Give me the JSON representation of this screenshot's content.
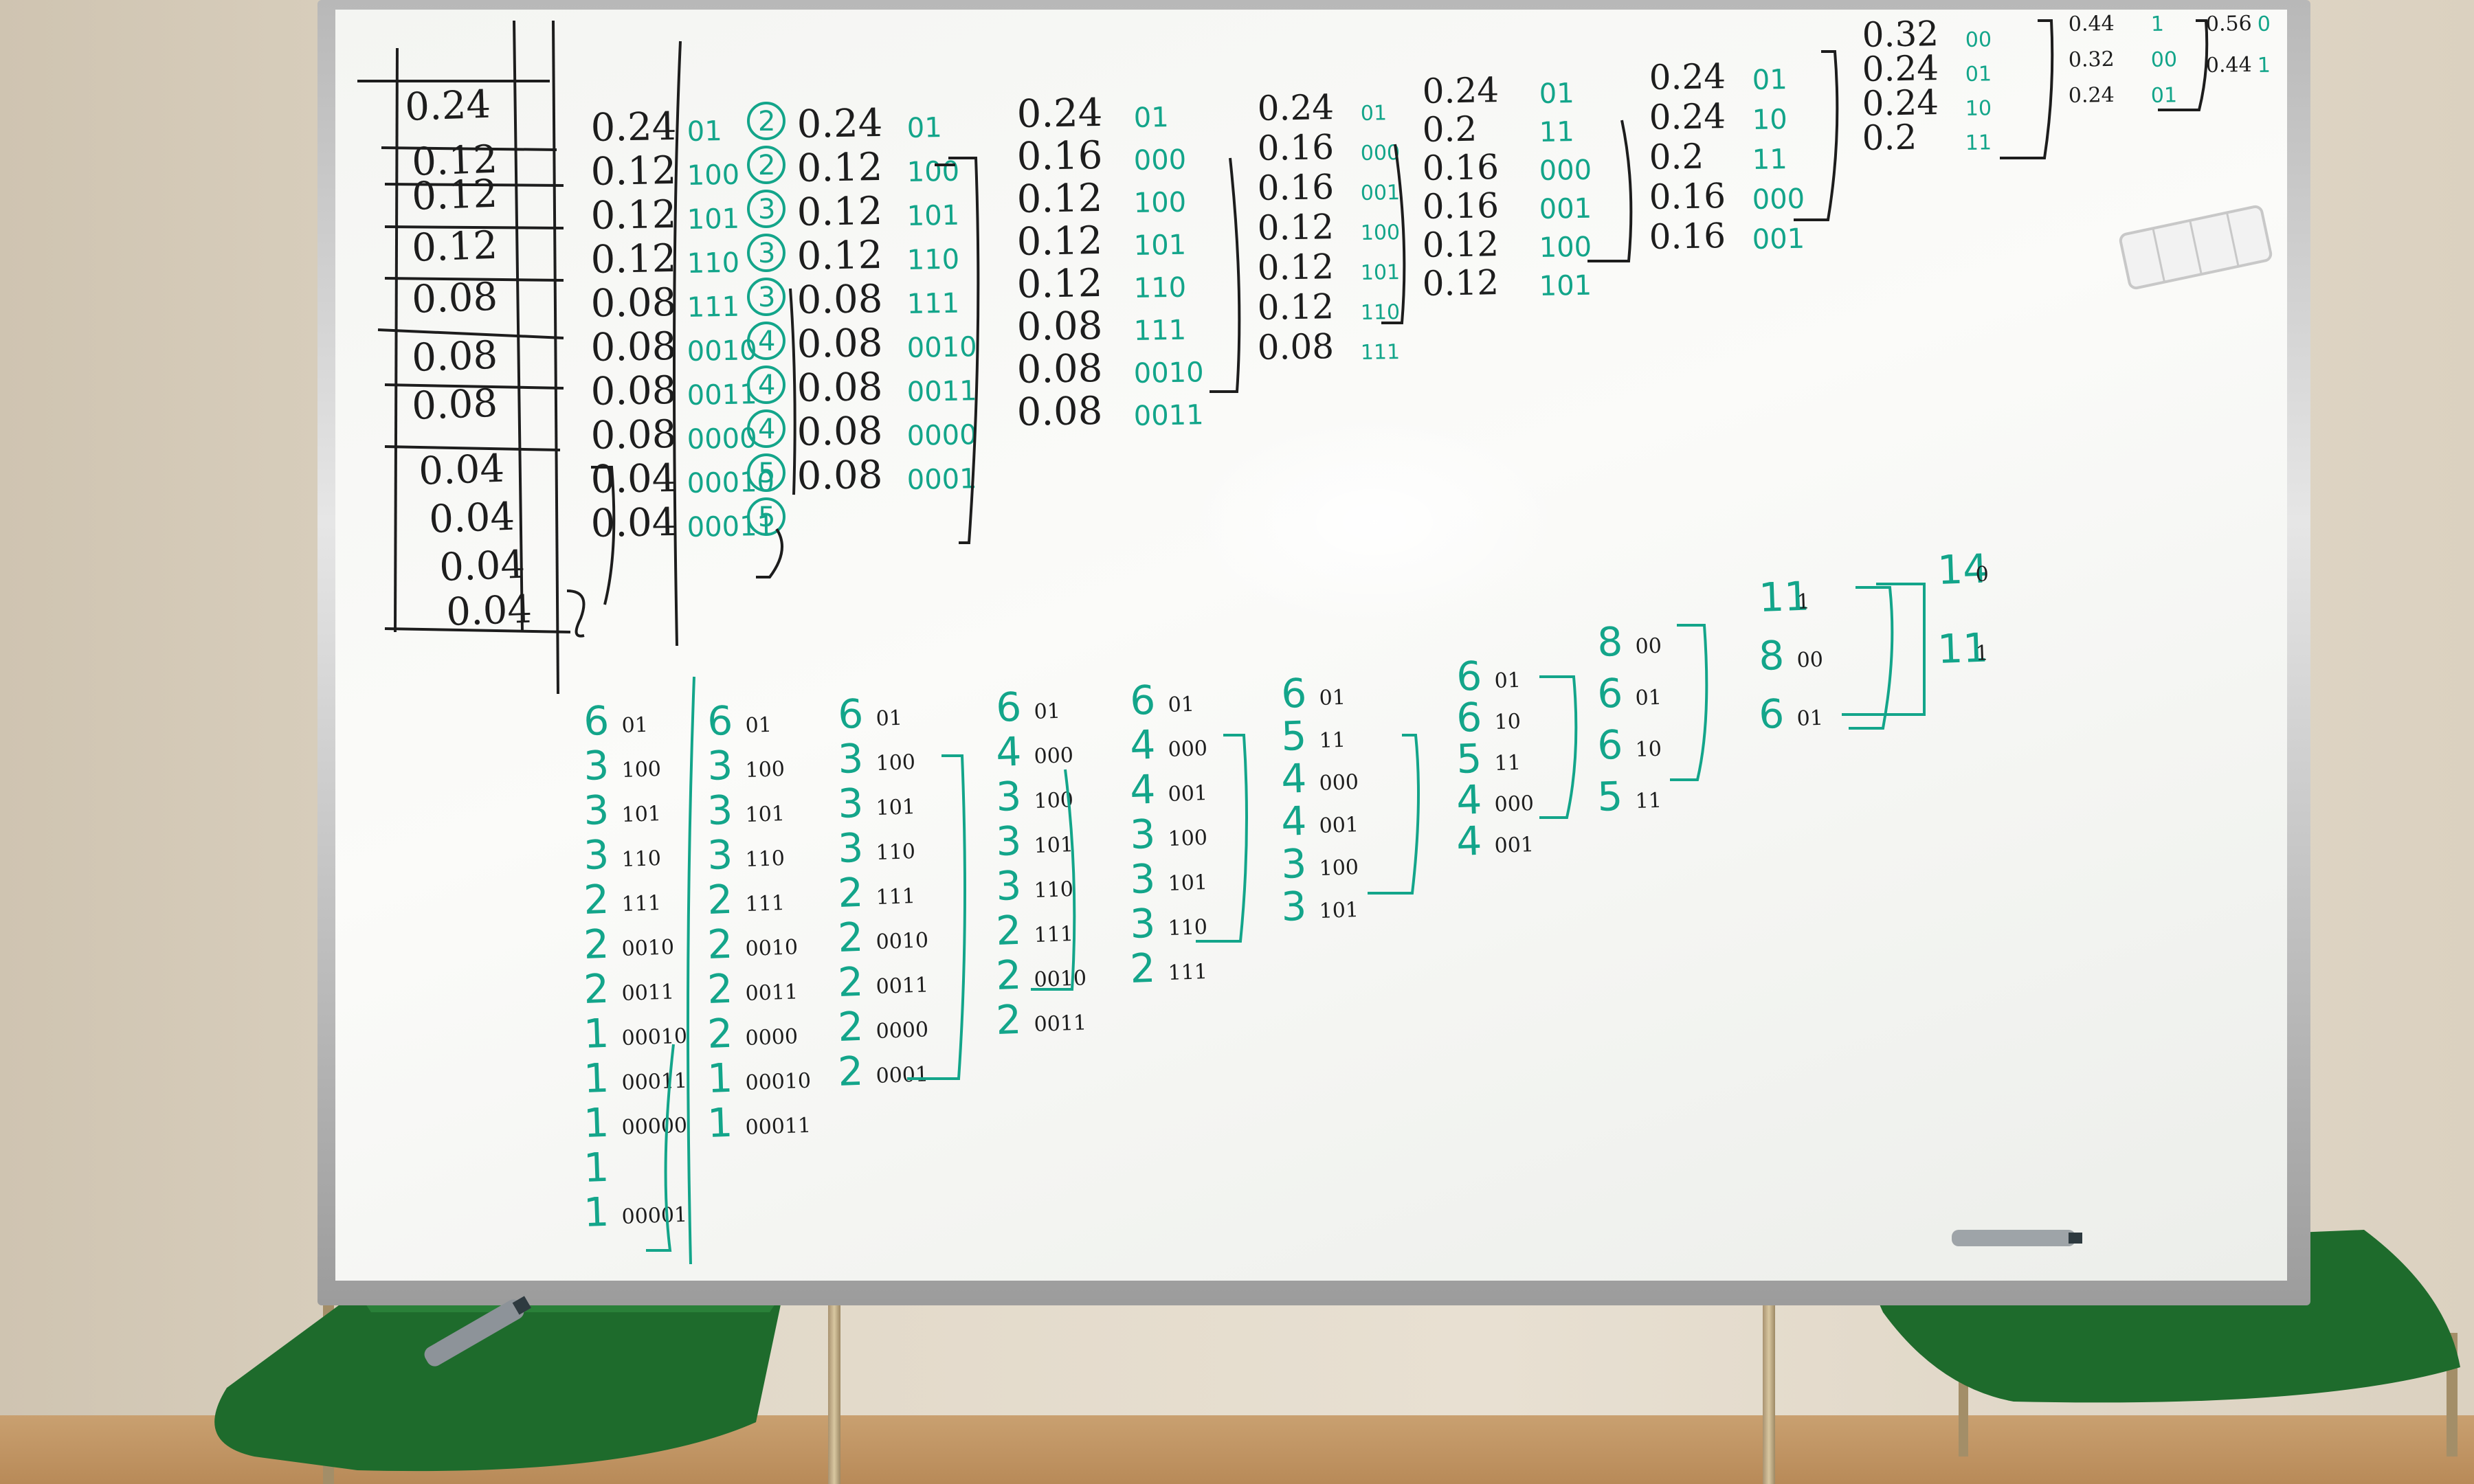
{
  "scene": {
    "colors": {
      "board": "#f7f8f5",
      "black_marker": "#1d1d1d",
      "green_marker": "#13a58a",
      "chair_seat": "#1e6b2c",
      "wall": "#e4dccd"
    },
    "icons": [
      "whiteboard",
      "eraser-icon",
      "marker-icon",
      "chair-icon"
    ]
  },
  "probability_table": [
    "0.24",
    "0.12",
    "0.12",
    "0.12",
    "0.08",
    "0.08",
    "0.08",
    "0.04",
    "0.04",
    "0.04",
    "0.04"
  ],
  "huffman_columns": [
    {
      "rows": [
        {
          "p": "0.24",
          "code": "01"
        },
        {
          "p": "0.12",
          "code": "100"
        },
        {
          "p": "0.12",
          "code": "101"
        },
        {
          "p": "0.12",
          "code": "110"
        },
        {
          "p": "0.08",
          "code": "111"
        },
        {
          "p": "0.08",
          "code": "0010"
        },
        {
          "p": "0.08",
          "code": "0011"
        },
        {
          "p": "0.08",
          "code": "0000"
        },
        {
          "p": "0.04",
          "code": "00010"
        },
        {
          "p": "0.04",
          "code": "00011"
        }
      ],
      "circled": [
        "2",
        "2",
        "3",
        "3",
        "3",
        "4",
        "4",
        "4",
        "5",
        "5"
      ]
    },
    {
      "rows": [
        {
          "p": "0.24",
          "code": "01"
        },
        {
          "p": "0.12",
          "code": "100"
        },
        {
          "p": "0.12",
          "code": "101"
        },
        {
          "p": "0.12",
          "code": "110"
        },
        {
          "p": "0.08",
          "code": "111"
        },
        {
          "p": "0.08",
          "code": "0010"
        },
        {
          "p": "0.08",
          "code": "0011"
        },
        {
          "p": "0.08",
          "code": "0000"
        },
        {
          "p": "0.08",
          "code": "0001"
        }
      ]
    },
    {
      "rows": [
        {
          "p": "0.24",
          "code": "01"
        },
        {
          "p": "0.16",
          "code": "000"
        },
        {
          "p": "0.12",
          "code": "100"
        },
        {
          "p": "0.12",
          "code": "101"
        },
        {
          "p": "0.12",
          "code": "110"
        },
        {
          "p": "0.08",
          "code": "111"
        },
        {
          "p": "0.08",
          "code": "0010"
        },
        {
          "p": "0.08",
          "code": "0011"
        }
      ]
    },
    {
      "rows": [
        {
          "p": "0.24",
          "code": "01"
        },
        {
          "p": "0.16",
          "code": "000"
        },
        {
          "p": "0.16",
          "code": "001"
        },
        {
          "p": "0.12",
          "code": "100"
        },
        {
          "p": "0.12",
          "code": "101"
        },
        {
          "p": "0.12",
          "code": "110"
        },
        {
          "p": "0.08",
          "code": "111"
        }
      ]
    },
    {
      "rows": [
        {
          "p": "0.24",
          "code": "01"
        },
        {
          "p": "0.2",
          "code": "11"
        },
        {
          "p": "0.16",
          "code": "000"
        },
        {
          "p": "0.16",
          "code": "001"
        },
        {
          "p": "0.12",
          "code": "100"
        },
        {
          "p": "0.12",
          "code": "101"
        }
      ]
    },
    {
      "rows": [
        {
          "p": "0.24",
          "code": "01"
        },
        {
          "p": "0.24",
          "code": "10"
        },
        {
          "p": "0.2",
          "code": "11"
        },
        {
          "p": "0.16",
          "code": "000"
        },
        {
          "p": "0.16",
          "code": "001"
        }
      ]
    },
    {
      "rows": [
        {
          "p": "0.32",
          "code": "00"
        },
        {
          "p": "0.24",
          "code": "01"
        },
        {
          "p": "0.24",
          "code": "10"
        },
        {
          "p": "0.2",
          "code": "11"
        }
      ]
    },
    {
      "rows": [
        {
          "p": "0.44",
          "code": "1"
        },
        {
          "p": "0.32",
          "code": "00"
        },
        {
          "p": "0.24",
          "code": "01"
        }
      ]
    },
    {
      "rows": [
        {
          "p": "0.56",
          "code": "0"
        },
        {
          "p": "0.44",
          "code": "1"
        }
      ]
    }
  ],
  "count_columns": [
    {
      "rows": [
        {
          "n": "6",
          "c": "01"
        },
        {
          "n": "3",
          "c": "100"
        },
        {
          "n": "3",
          "c": "101"
        },
        {
          "n": "3",
          "c": "110"
        },
        {
          "n": "2",
          "c": "111"
        },
        {
          "n": "2",
          "c": "0010"
        },
        {
          "n": "2",
          "c": "0011"
        },
        {
          "n": "1",
          "c": "00010"
        },
        {
          "n": "1",
          "c": "00011"
        },
        {
          "n": "1",
          "c": "00000"
        },
        {
          "n": "1",
          "c": ""
        },
        {
          "n": "1",
          "c": "00001"
        }
      ]
    },
    {
      "rows": [
        {
          "n": "6",
          "c": "01"
        },
        {
          "n": "3",
          "c": "100"
        },
        {
          "n": "3",
          "c": "101"
        },
        {
          "n": "3",
          "c": "110"
        },
        {
          "n": "2",
          "c": "111"
        },
        {
          "n": "2",
          "c": "0010"
        },
        {
          "n": "2",
          "c": "0011"
        },
        {
          "n": "2",
          "c": "0000"
        },
        {
          "n": "1",
          "c": "00010"
        },
        {
          "n": "1",
          "c": "00011"
        }
      ]
    },
    {
      "rows": [
        {
          "n": "6",
          "c": "01"
        },
        {
          "n": "3",
          "c": "100"
        },
        {
          "n": "3",
          "c": "101"
        },
        {
          "n": "3",
          "c": "110"
        },
        {
          "n": "2",
          "c": "111"
        },
        {
          "n": "2",
          "c": "0010"
        },
        {
          "n": "2",
          "c": "0011"
        },
        {
          "n": "2",
          "c": "0000"
        },
        {
          "n": "2",
          "c": "0001"
        }
      ]
    },
    {
      "rows": [
        {
          "n": "6",
          "c": "01"
        },
        {
          "n": "4",
          "c": "000"
        },
        {
          "n": "3",
          "c": "100"
        },
        {
          "n": "3",
          "c": "101"
        },
        {
          "n": "3",
          "c": "110"
        },
        {
          "n": "2",
          "c": "111"
        },
        {
          "n": "2",
          "c": "0010"
        },
        {
          "n": "2",
          "c": "0011"
        }
      ]
    },
    {
      "rows": [
        {
          "n": "6",
          "c": "01"
        },
        {
          "n": "4",
          "c": "000"
        },
        {
          "n": "4",
          "c": "001"
        },
        {
          "n": "3",
          "c": "100"
        },
        {
          "n": "3",
          "c": "101"
        },
        {
          "n": "3",
          "c": "110"
        },
        {
          "n": "2",
          "c": "111"
        }
      ]
    },
    {
      "rows": [
        {
          "n": "6",
          "c": "01"
        },
        {
          "n": "5",
          "c": "11"
        },
        {
          "n": "4",
          "c": "000"
        },
        {
          "n": "4",
          "c": "001"
        },
        {
          "n": "3",
          "c": "100"
        },
        {
          "n": "3",
          "c": "101"
        }
      ]
    },
    {
      "rows": [
        {
          "n": "6",
          "c": "01"
        },
        {
          "n": "6",
          "c": "10"
        },
        {
          "n": "5",
          "c": "11"
        },
        {
          "n": "4",
          "c": "000"
        },
        {
          "n": "4",
          "c": "001"
        }
      ]
    },
    {
      "rows": [
        {
          "n": "8",
          "c": "00"
        },
        {
          "n": "6",
          "c": "01"
        },
        {
          "n": "6",
          "c": "10"
        },
        {
          "n": "5",
          "c": "11"
        }
      ]
    },
    {
      "rows": [
        {
          "n": "11",
          "c": "1"
        },
        {
          "n": "8",
          "c": "00"
        },
        {
          "n": "6",
          "c": "01"
        }
      ]
    },
    {
      "rows": [
        {
          "n": "14",
          "c": "0"
        },
        {
          "n": "11",
          "c": "1"
        }
      ]
    }
  ]
}
